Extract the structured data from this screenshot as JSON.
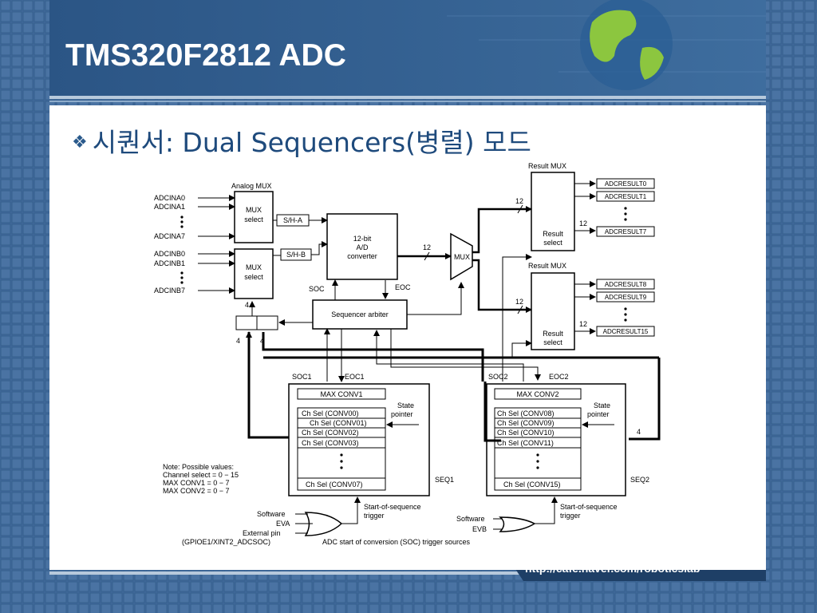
{
  "slide": {
    "title": "TMS320F2812 ADC",
    "bullet": "시퀀서: Dual Sequencers(병렬) 모드",
    "footer_url": "http://cafe.naver.com/roboticslab"
  },
  "diagram": {
    "analog_mux_label": "Analog MUX",
    "inputs_a": [
      "ADCINA0",
      "ADCINA1",
      "ADCINA7"
    ],
    "inputs_b": [
      "ADCINB0",
      "ADCINB1",
      "ADCINB7"
    ],
    "mux_select": "MUX select",
    "sh_a": "S/H-A",
    "sh_b": "S/H-B",
    "adc_converter": [
      "12-bit",
      "A/D",
      "converter"
    ],
    "mux": "MUX",
    "bus_width_12": "12",
    "bus_width_4": "4",
    "soc": "SOC",
    "eoc": "EOC",
    "sequencer_arbiter": "Sequencer arbiter",
    "result_mux_label": "Result MUX",
    "result_select": [
      "Result",
      "select"
    ],
    "results_top": [
      "ADCRESULT0",
      "ADCRESULT1",
      "ADCRESULT7"
    ],
    "results_bottom": [
      "ADCRESULT8",
      "ADCRESULT9",
      "ADCRESULT15"
    ],
    "seq1": {
      "soc": "SOC1",
      "eoc": "EOC1",
      "max_conv": "MAX CONV1",
      "slots": [
        "Ch Sel (CONV00)",
        "Ch Sel (CONV01)",
        "Ch Sel (CONV02)",
        "Ch Sel (CONV03)",
        "Ch Sel (CONV07)"
      ],
      "label": "SEQ1"
    },
    "seq2": {
      "soc": "SOC2",
      "eoc": "EOC2",
      "max_conv": "MAX CONV2",
      "slots": [
        "Ch Sel (CONV08)",
        "Ch Sel (CONV09)",
        "Ch Sel (CONV10)",
        "Ch Sel (CONV11)",
        "Ch Sel (CONV15)"
      ],
      "label": "SEQ2"
    },
    "state_pointer": [
      "State",
      "pointer"
    ],
    "note": [
      "Note: Possible values:",
      "Channel select = 0 − 15",
      "MAX CONV1 = 0 − 7",
      "MAX CONV2 = 0 − 7"
    ],
    "trigger1_inputs": [
      "Software",
      "EVA",
      "External pin",
      "(GPIOE1/XINT2_ADCSOC)"
    ],
    "trigger2_inputs": [
      "Software",
      "EVB"
    ],
    "start_of_sequence": [
      "Start-of-sequence",
      "trigger"
    ],
    "soc_trigger_sources": "ADC start of conversion (SOC) trigger sources"
  },
  "colors": {
    "background": "#3d6591",
    "title_bar": "#2f5a8a",
    "bullet_text": "#1e4a7c",
    "globe_green": "#8cc63f"
  }
}
